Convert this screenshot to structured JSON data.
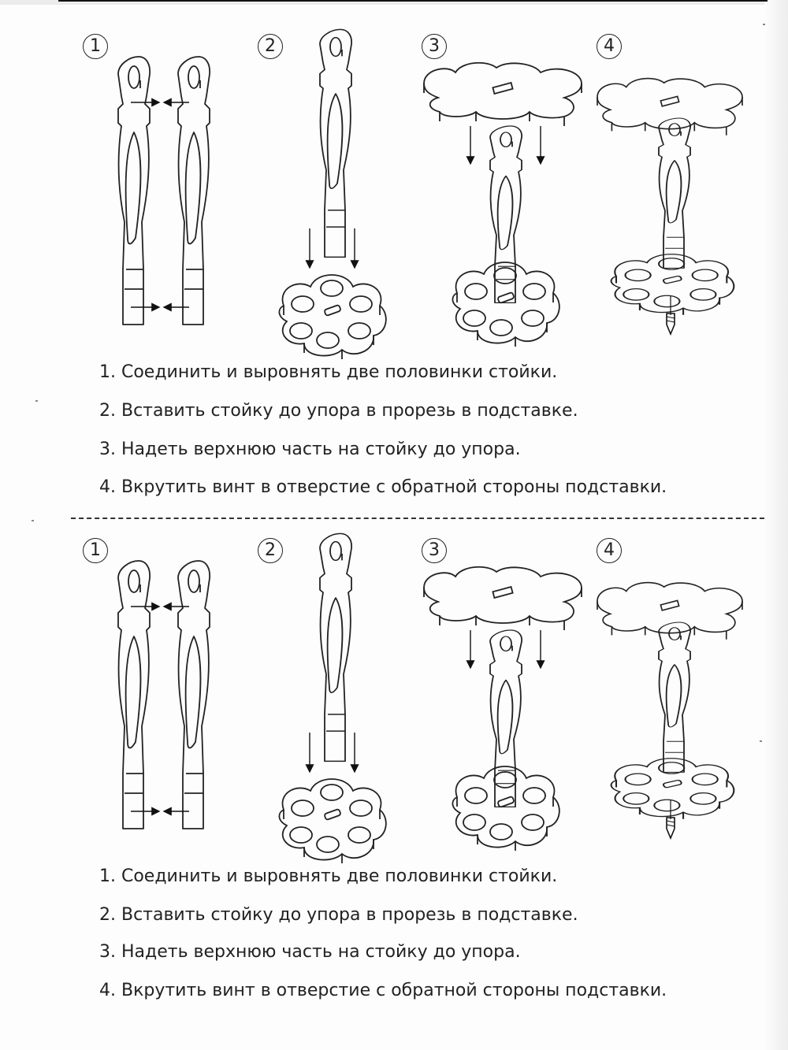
{
  "sections": [
    {
      "steps": [
        {
          "num": "1",
          "icon": "stand-halves-illustration"
        },
        {
          "num": "2",
          "icon": "insert-into-base-illustration"
        },
        {
          "num": "3",
          "icon": "attach-top-illustration"
        },
        {
          "num": "4",
          "icon": "screw-in-illustration"
        }
      ],
      "instructions": [
        "1. Соединить и выровнять две половинки стойки.",
        "2. Вставить стойку до упора в прорезь в подставке.",
        "3. Надеть верхнюю часть на стойку до упора.",
        "4. Вкрутить винт в отверстие с обратной стороны подставки."
      ]
    },
    {
      "steps": [
        {
          "num": "1",
          "icon": "stand-halves-illustration"
        },
        {
          "num": "2",
          "icon": "insert-into-base-illustration"
        },
        {
          "num": "3",
          "icon": "attach-top-illustration"
        },
        {
          "num": "4",
          "icon": "screw-in-illustration"
        }
      ],
      "instructions": [
        "1. Соединить и выровнять две половинки стойки.",
        "2. Вставить стойку до упора в прорезь в подставке.",
        "3. Надеть верхнюю часть на стойку до упора.",
        "4. Вкрутить винт в отверстие с обратной стороны подставки."
      ]
    }
  ],
  "colors": {
    "paper": "#fdfdfd",
    "ink": "#222222"
  }
}
